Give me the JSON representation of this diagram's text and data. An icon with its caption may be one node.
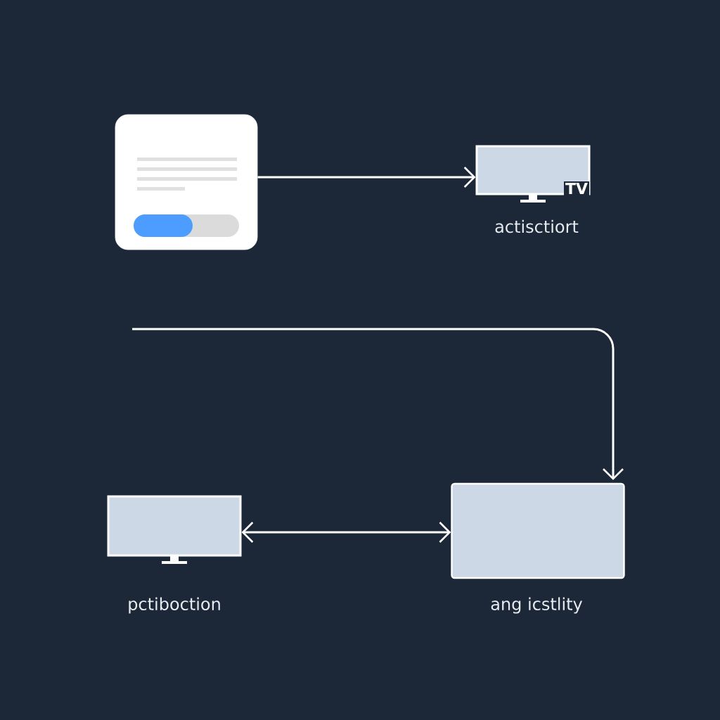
{
  "diagram": {
    "nodes": [
      {
        "text": [],
        "shape": "picture"
      },
      {
        "text": [
          "TV"
        ],
        "beside": [
          "actisctiort"
        ]
      },
      {
        "text": [],
        "shape": "box",
        "beside": [
          "pctiboction"
        ]
      },
      {
        "text": [],
        "shape": "box",
        "beside": [
          "ang icstlity"
        ]
      }
    ],
    "edges": [
      {
        "from": 0,
        "to": 1,
        "arrow": "to"
      },
      {
        "from": null,
        "to": 3,
        "arrow": "to"
      },
      {
        "from": 2,
        "to": 3,
        "arrow": "both"
      }
    ]
  }
}
